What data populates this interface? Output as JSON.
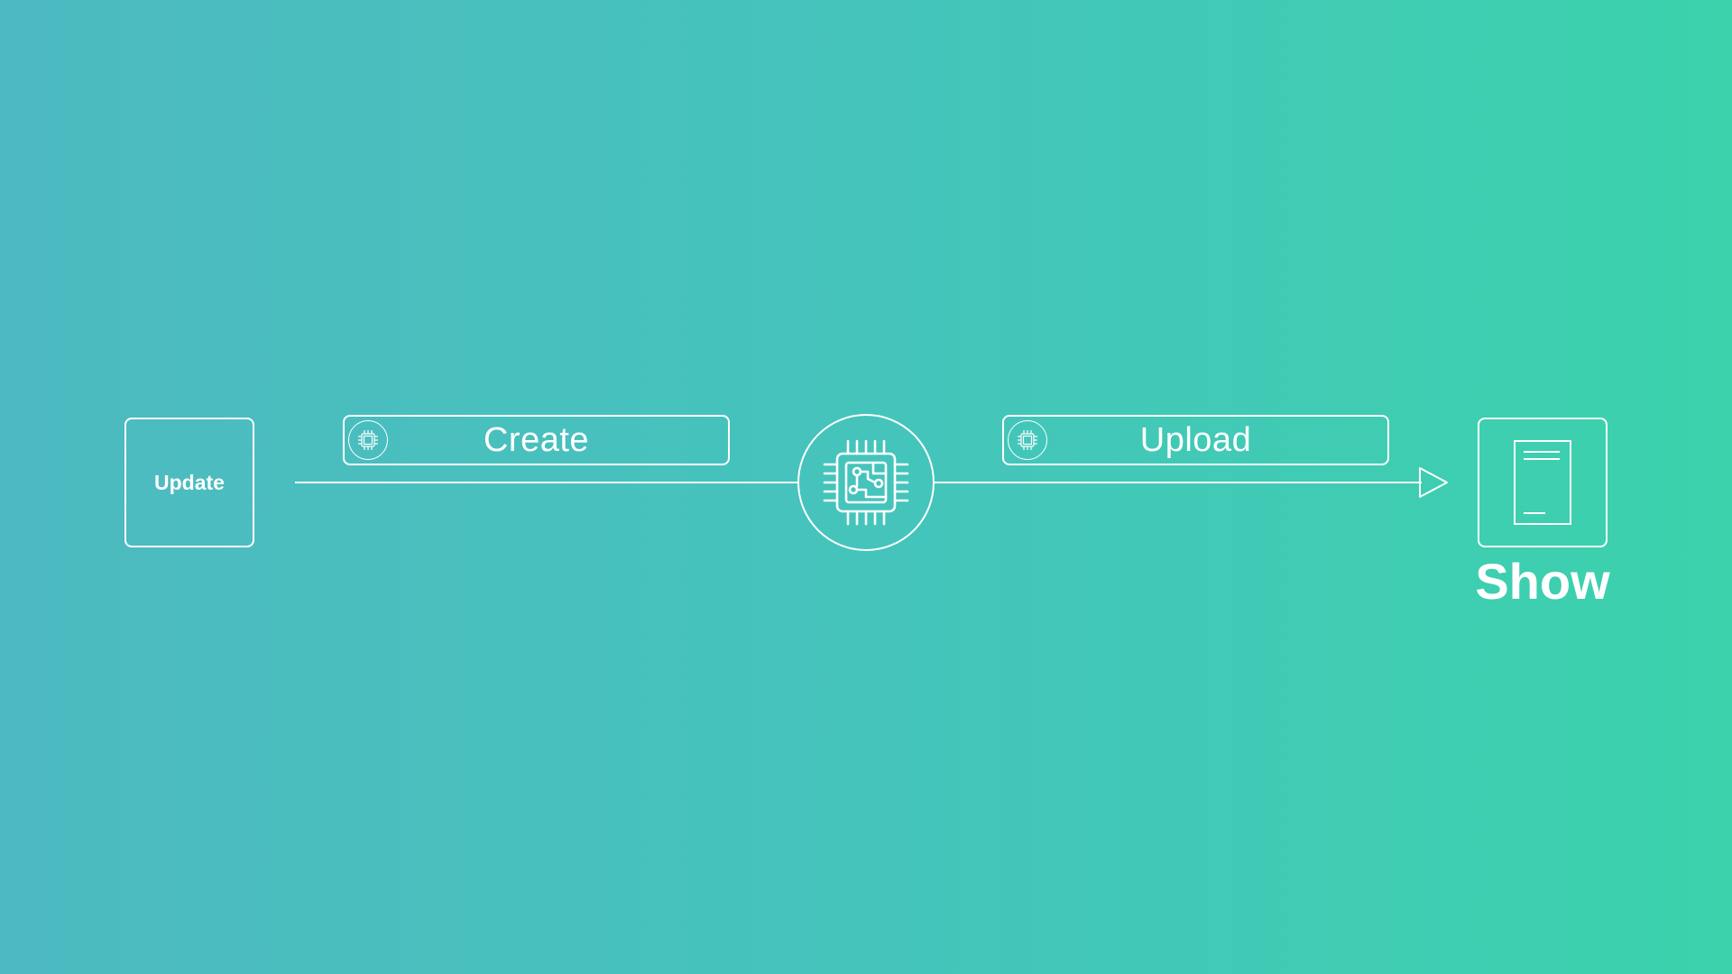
{
  "colors": {
    "gradient_start": "#4dbac1",
    "gradient_end": "#3bd2ac",
    "stroke": "#ffffff"
  },
  "nodes": {
    "source": {
      "label": "Update",
      "icon": "none"
    },
    "hub": {
      "icon": "cpu-chip-icon"
    },
    "target": {
      "caption": "Show",
      "icon": "document-icon"
    }
  },
  "edges": {
    "first": {
      "label": "Create",
      "icon": "cpu-chip-icon"
    },
    "second": {
      "label": "Upload",
      "icon": "cpu-chip-icon"
    }
  }
}
